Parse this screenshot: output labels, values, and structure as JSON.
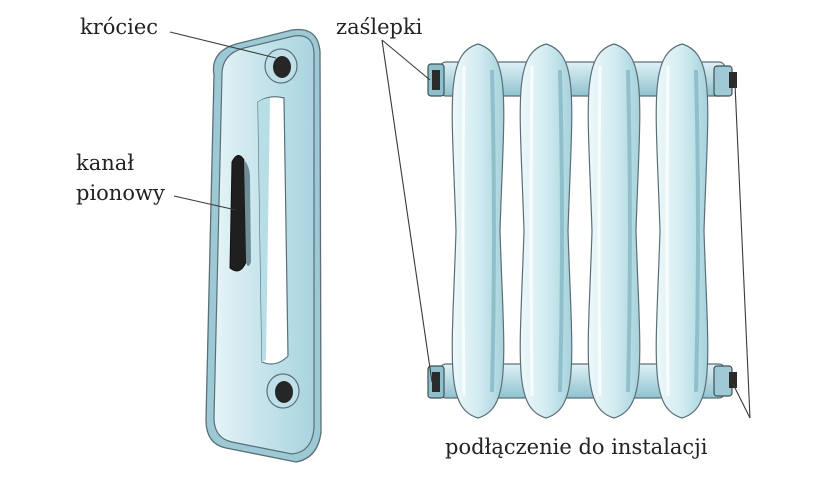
{
  "labels": {
    "nozzle": "króciec",
    "vertical_channel_line1": "kanał",
    "vertical_channel_line2": "pionowy",
    "plugs": "zaślepki",
    "connection": "podłączenie do instalacji"
  },
  "colors": {
    "radiator_fill": "#cfe9ee",
    "radiator_shade": "#9fd0dc",
    "radiator_outline": "#5a6f78",
    "dark_fitting": "#2b2b2b",
    "background": "#ffffff"
  },
  "radiator": {
    "section_count": 4
  }
}
